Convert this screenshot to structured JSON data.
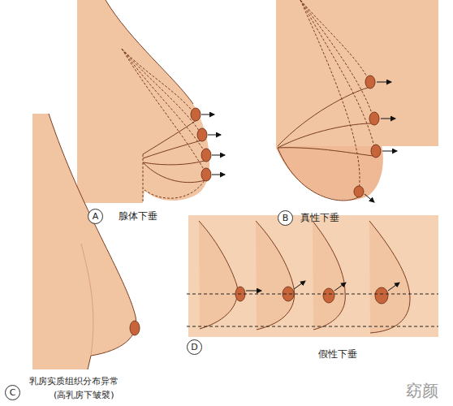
{
  "diagram": {
    "nodes": [
      {
        "text": [
          "A"
        ]
      },
      {
        "text": [
          "B"
        ]
      },
      {
        "text": [
          "C"
        ]
      },
      {
        "text": [
          "D"
        ]
      }
    ],
    "labels": [
      "腺体下垂",
      "真性下垂",
      "乳房实质组织分布异常",
      "(高乳房下皱襞)",
      "假性下垂",
      "窈颜"
    ]
  }
}
